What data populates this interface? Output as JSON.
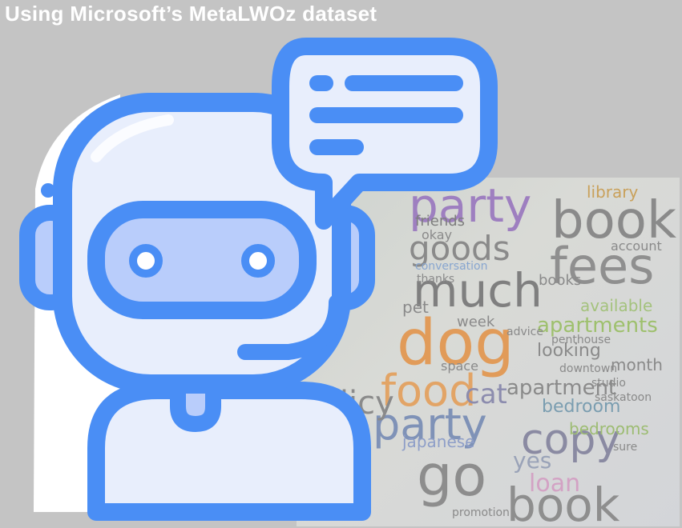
{
  "title": "Using Microsoft’s MetaLWOz dataset",
  "colors": {
    "background": "#c4c4c4",
    "robot_outline": "#4a8ef5",
    "robot_fill": "#e8eefc",
    "robot_visor": "#b9cdfb"
  },
  "icons": [
    "chatbot-robot-icon",
    "speech-bubble-icon"
  ],
  "word_cloud": {
    "words": [
      {
        "text": "party",
        "color": "#9e7fc0"
      },
      {
        "text": "book",
        "color": "#8a8a8a"
      },
      {
        "text": "fees",
        "color": "#8f8f8f"
      },
      {
        "text": "goods",
        "color": "#8a8a8a"
      },
      {
        "text": "much",
        "color": "#7f7f7f"
      },
      {
        "text": "dog",
        "color": "#e19b59"
      },
      {
        "text": "food",
        "color": "#e2a466"
      },
      {
        "text": "cat",
        "color": "#8c8cae"
      },
      {
        "text": "party",
        "color": "#7f92b7"
      },
      {
        "text": "copy",
        "color": "#8a8aa2"
      },
      {
        "text": "go",
        "color": "#8d8d8d"
      },
      {
        "text": "book",
        "color": "#8e8e8e"
      },
      {
        "text": "apartment",
        "color": "#8a8a8a"
      },
      {
        "text": "apartments",
        "color": "#9ec06d"
      },
      {
        "text": "loan",
        "color": "#d3a2c4"
      },
      {
        "text": "yes",
        "color": "#9aa3b8"
      },
      {
        "text": "japanese",
        "color": "#8e9ec8"
      },
      {
        "text": "library",
        "color": "#c9a15b"
      },
      {
        "text": "friends",
        "color": "#7e7e7e"
      },
      {
        "text": "okay",
        "color": "#8a8a8a"
      },
      {
        "text": "conversation",
        "color": "#88a6d0"
      },
      {
        "text": "looking",
        "color": "#8a8a8a"
      },
      {
        "text": "month",
        "color": "#8a8a8a"
      },
      {
        "text": "bedroom",
        "color": "#7a9db0"
      },
      {
        "text": "bedrooms",
        "color": "#9dbc73"
      },
      {
        "text": "penthouse",
        "color": "#8a8a8a"
      },
      {
        "text": "downtown",
        "color": "#8a8a8a"
      },
      {
        "text": "saskatoon",
        "color": "#8a8a8a"
      },
      {
        "text": "available",
        "color": "#a4c27d"
      },
      {
        "text": "books",
        "color": "#8a8a8a"
      },
      {
        "text": "account",
        "color": "#8a8a8a"
      },
      {
        "text": "week",
        "color": "#8a8a8a"
      },
      {
        "text": "pet",
        "color": "#8a8a8a"
      },
      {
        "text": "space",
        "color": "#8a8a8a"
      },
      {
        "text": "policy",
        "color": "#8a8a8a"
      },
      {
        "text": "promotion",
        "color": "#8a8a8a"
      },
      {
        "text": "sure",
        "color": "#8a8a8a"
      },
      {
        "text": "thanks",
        "color": "#8a8a8a"
      },
      {
        "text": "advice",
        "color": "#8a8a8a"
      },
      {
        "text": "studio",
        "color": "#8a8a8a"
      }
    ]
  }
}
